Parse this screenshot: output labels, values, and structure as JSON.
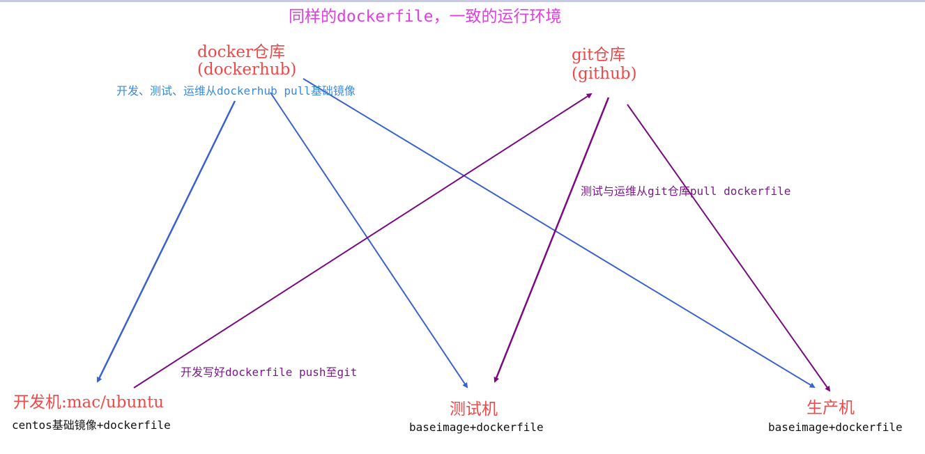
{
  "title": "同样的dockerfile，一致的运行环境",
  "nodes": {
    "docker_repo": {
      "label": "docker仓库",
      "sub": "(dockerhub)"
    },
    "git_repo": {
      "label": "git仓库",
      "sub": "(github)"
    },
    "dev_machine": {
      "label": "开发机:mac/ubuntu",
      "desc": "centos基础镜像+dockerfile"
    },
    "test_machine": {
      "label": "测试机",
      "desc": "baseimage+dockerfile"
    },
    "prod_machine": {
      "label": "生产机",
      "desc": "baseimage+dockerfile"
    }
  },
  "notes": {
    "pull_base": "开发、测试、运维从dockerhub pull基础镜像",
    "pull_dockerfile": "测试与运维从git仓库pull dockerfile",
    "push": "开发写好dockerfile push至git"
  },
  "colors": {
    "blue": "#3a5fd0",
    "purple": "#7a0a80",
    "title": "#e040e0",
    "node": "#f04848"
  }
}
